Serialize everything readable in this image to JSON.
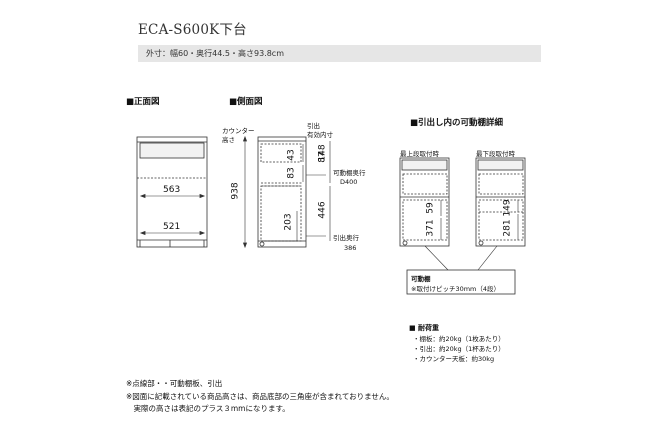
{
  "title": "ECA-S600K下台",
  "spec": "外寸：幅60・奥行44.5・高さ93.8cm",
  "front_view": {
    "heading": "■正面図",
    "width_563": "563",
    "width_521": "521"
  },
  "side_view": {
    "heading": "■側面図",
    "counter_height": "カウンター\n高さ",
    "drawer_inner_label": "引出\n有効内寸",
    "dim_938": "938",
    "dim_43": "43",
    "dim_83": "83",
    "dim_148": "148",
    "dim_87": "87",
    "dim_446": "446",
    "dim_203": "203",
    "shelf_depth_label": "可動棚奥行",
    "shelf_depth_value": "D400",
    "drawer_depth_label": "引出奥行",
    "drawer_depth_value": "386"
  },
  "detail_view": {
    "heading": "■引出し内の可動棚詳細",
    "top_label": "最上段取付時",
    "bottom_label": "最下段取付時",
    "dim_59": "59",
    "dim_371": "371",
    "dim_149": "149",
    "dim_281": "281",
    "callout_title": "可動棚",
    "callout_text": "※取付けピッチ30mm（4段）"
  },
  "load": {
    "heading": "■ 耐荷重",
    "items": [
      "・棚板：約20kg（1枚あたり）",
      "・引出：約20kg（1杯あたり）",
      "・カウンター天板：約30kg"
    ]
  },
  "notes": [
    "※点線部・・可動棚板、引出",
    "※図面に記載されている商品高さは、商品底部の三角座が含まれておりません。",
    "　実際の高さは表記のプラス３mmになります。"
  ]
}
